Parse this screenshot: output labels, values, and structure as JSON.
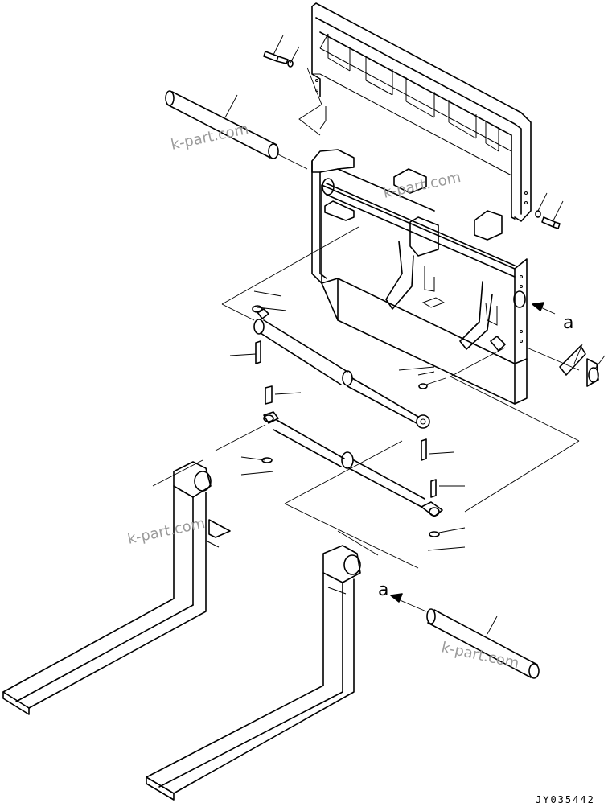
{
  "diagram": {
    "view_labels": [
      "a",
      "a"
    ],
    "drawing_code": "JY035442"
  },
  "watermarks": [
    "k-part.com",
    "k-part.com",
    "k-part.com",
    "k-part.com"
  ]
}
